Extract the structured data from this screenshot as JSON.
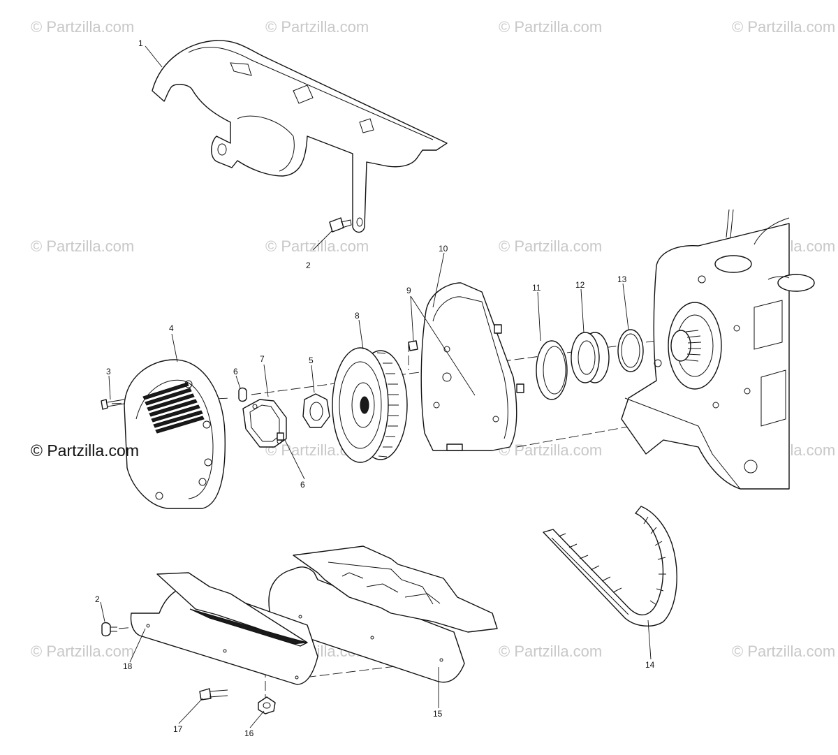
{
  "watermark": "© Partzilla.com",
  "brand_label": "© Partzilla.com",
  "callouts": {
    "c1": "1",
    "c2a": "2",
    "c2b": "2",
    "c3": "3",
    "c4": "4",
    "c5": "5",
    "c6a": "6",
    "c6b": "6",
    "c7": "7",
    "c8": "8",
    "c9": "9",
    "c10": "10",
    "c11": "11",
    "c12": "12",
    "c13": "13",
    "c14": "14",
    "c15": "15",
    "c16": "16",
    "c17": "17",
    "c18": "18"
  }
}
